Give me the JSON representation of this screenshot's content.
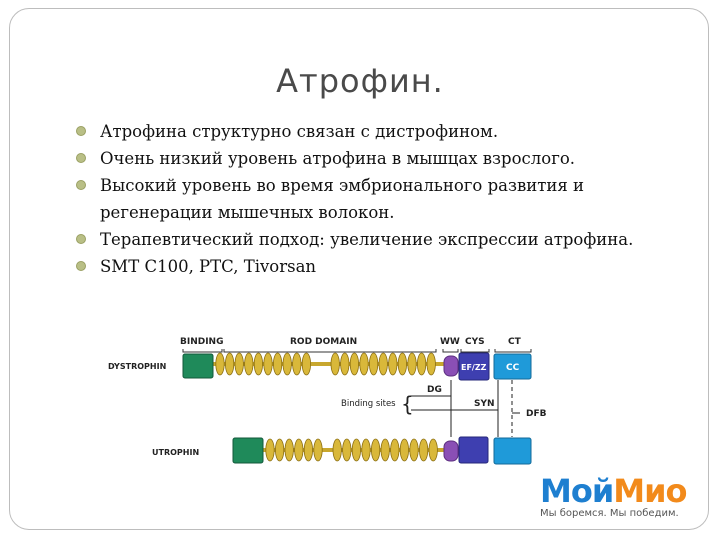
{
  "slide": {
    "title": "Атрофин.",
    "bullets": [
      "Атрофина структурно связан с дистрофином.",
      "Очень низкий уровень атрофина в мышцах взрослого.",
      "Высокий уровень во время эмбрионального развития и регенерации мышечных волокон.",
      "Терапевтический подход: увеличение экспрессии атрофина.",
      "SMT C100, PTC, Tivorsan"
    ]
  },
  "diagram": {
    "header_binding": "BINDING",
    "header_rod": "ROD DOMAIN",
    "header_ww": "WW",
    "header_cys": "CYS",
    "header_ct": "CT",
    "dystrophin_label": "DYSTROPHIN",
    "utrophin_label": "UTROPHIN",
    "label_efzz": "EF/ZZ",
    "label_cc": "CC",
    "label_dg": "DG",
    "label_syn": "SYN",
    "label_dfb": "DFB",
    "binding_sites": "Binding sites",
    "colors": {
      "binding": "#1f8a5a",
      "rod": "#d9b83a",
      "ww": "#8a4fb5",
      "cys": "#3e3fb0",
      "ct": "#1f9ad9"
    }
  },
  "logo": {
    "part1": "Мой",
    "part2": "Мио",
    "tagline": "Мы боремся. Мы победим."
  }
}
